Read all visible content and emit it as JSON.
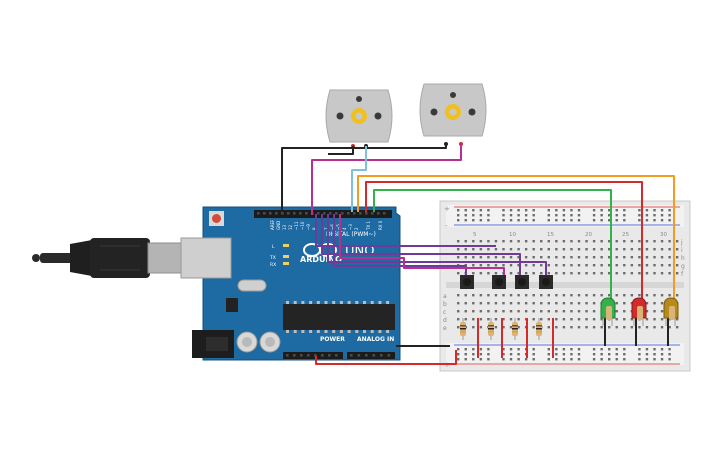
{
  "board": {
    "brand": "ARDUINO",
    "model": "UNO",
    "digital_label": "DIGITAL (PWM~)",
    "power_label": "POWER",
    "analog_label": "ANALOG IN",
    "aref": "AREF",
    "gnd": "GND",
    "tx": "TX",
    "rx": "RX",
    "l": "L",
    "pin_13": "13",
    "pin_12": "12",
    "pin_11": "~11",
    "pin_10": "~10",
    "pin_9": "~9",
    "pin_8": "8",
    "pin_7": "7",
    "pin_6": "~6",
    "pin_5": "~5",
    "pin_4": "4",
    "pin_3": "~3",
    "pin_2": "2",
    "pin_tx1": "TX 1",
    "pin_rx0": "RX 0"
  },
  "breadboard": {
    "row_a": "a",
    "row_b": "b",
    "row_c": "c",
    "row_d": "d",
    "row_e": "e",
    "row_f": "f",
    "row_g": "g",
    "row_h": "h",
    "row_i": "i",
    "row_j": "j",
    "col_5": "5",
    "col_10": "10",
    "col_15": "15",
    "col_20": "20",
    "col_25": "25",
    "col_30": "30",
    "plus": "+",
    "minus": "-"
  },
  "components": {
    "motors": 2,
    "pushbuttons": 4,
    "resistors": 4,
    "leds": [
      "green",
      "red",
      "yellow"
    ]
  },
  "colors": {
    "board": "#1e6aa3",
    "wire_black": "#222222",
    "wire_magenta": "#b8308f",
    "wire_cyan": "#7cc3d9",
    "wire_orange": "#f39c20",
    "wire_red": "#d62a2a",
    "wire_green": "#35b14a",
    "wire_purple": "#6f3a99",
    "motor_body": "#c8c8c8",
    "motor_gear": "#f0c020"
  }
}
